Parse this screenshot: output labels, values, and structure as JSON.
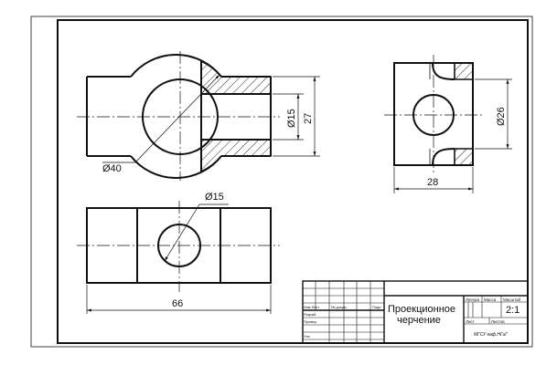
{
  "dimensions": {
    "dia_40": "Ø40",
    "dia_15_front": "Ø15",
    "height_27": "27",
    "dia_26": "Ø26",
    "width_28": "28",
    "dia_15_top": "Ø15",
    "length_66": "66"
  },
  "title_block": {
    "title_line1": "Проекционное",
    "title_line2": "черчение",
    "col_lit": "Литера",
    "col_mass": "Масса",
    "col_scale": "Масштаб",
    "scale_value": "2:1",
    "sheet_label": "Лист",
    "sheets_label": "Листов",
    "org": "МГСУ каф.НГиГ",
    "row_izm": "Изм Лист",
    "row_doc": "№ докум.",
    "row_podp": "Подп",
    "row_razrab": "Разраб.",
    "row_prov": "Провер.",
    "row_utv": "Утв."
  }
}
